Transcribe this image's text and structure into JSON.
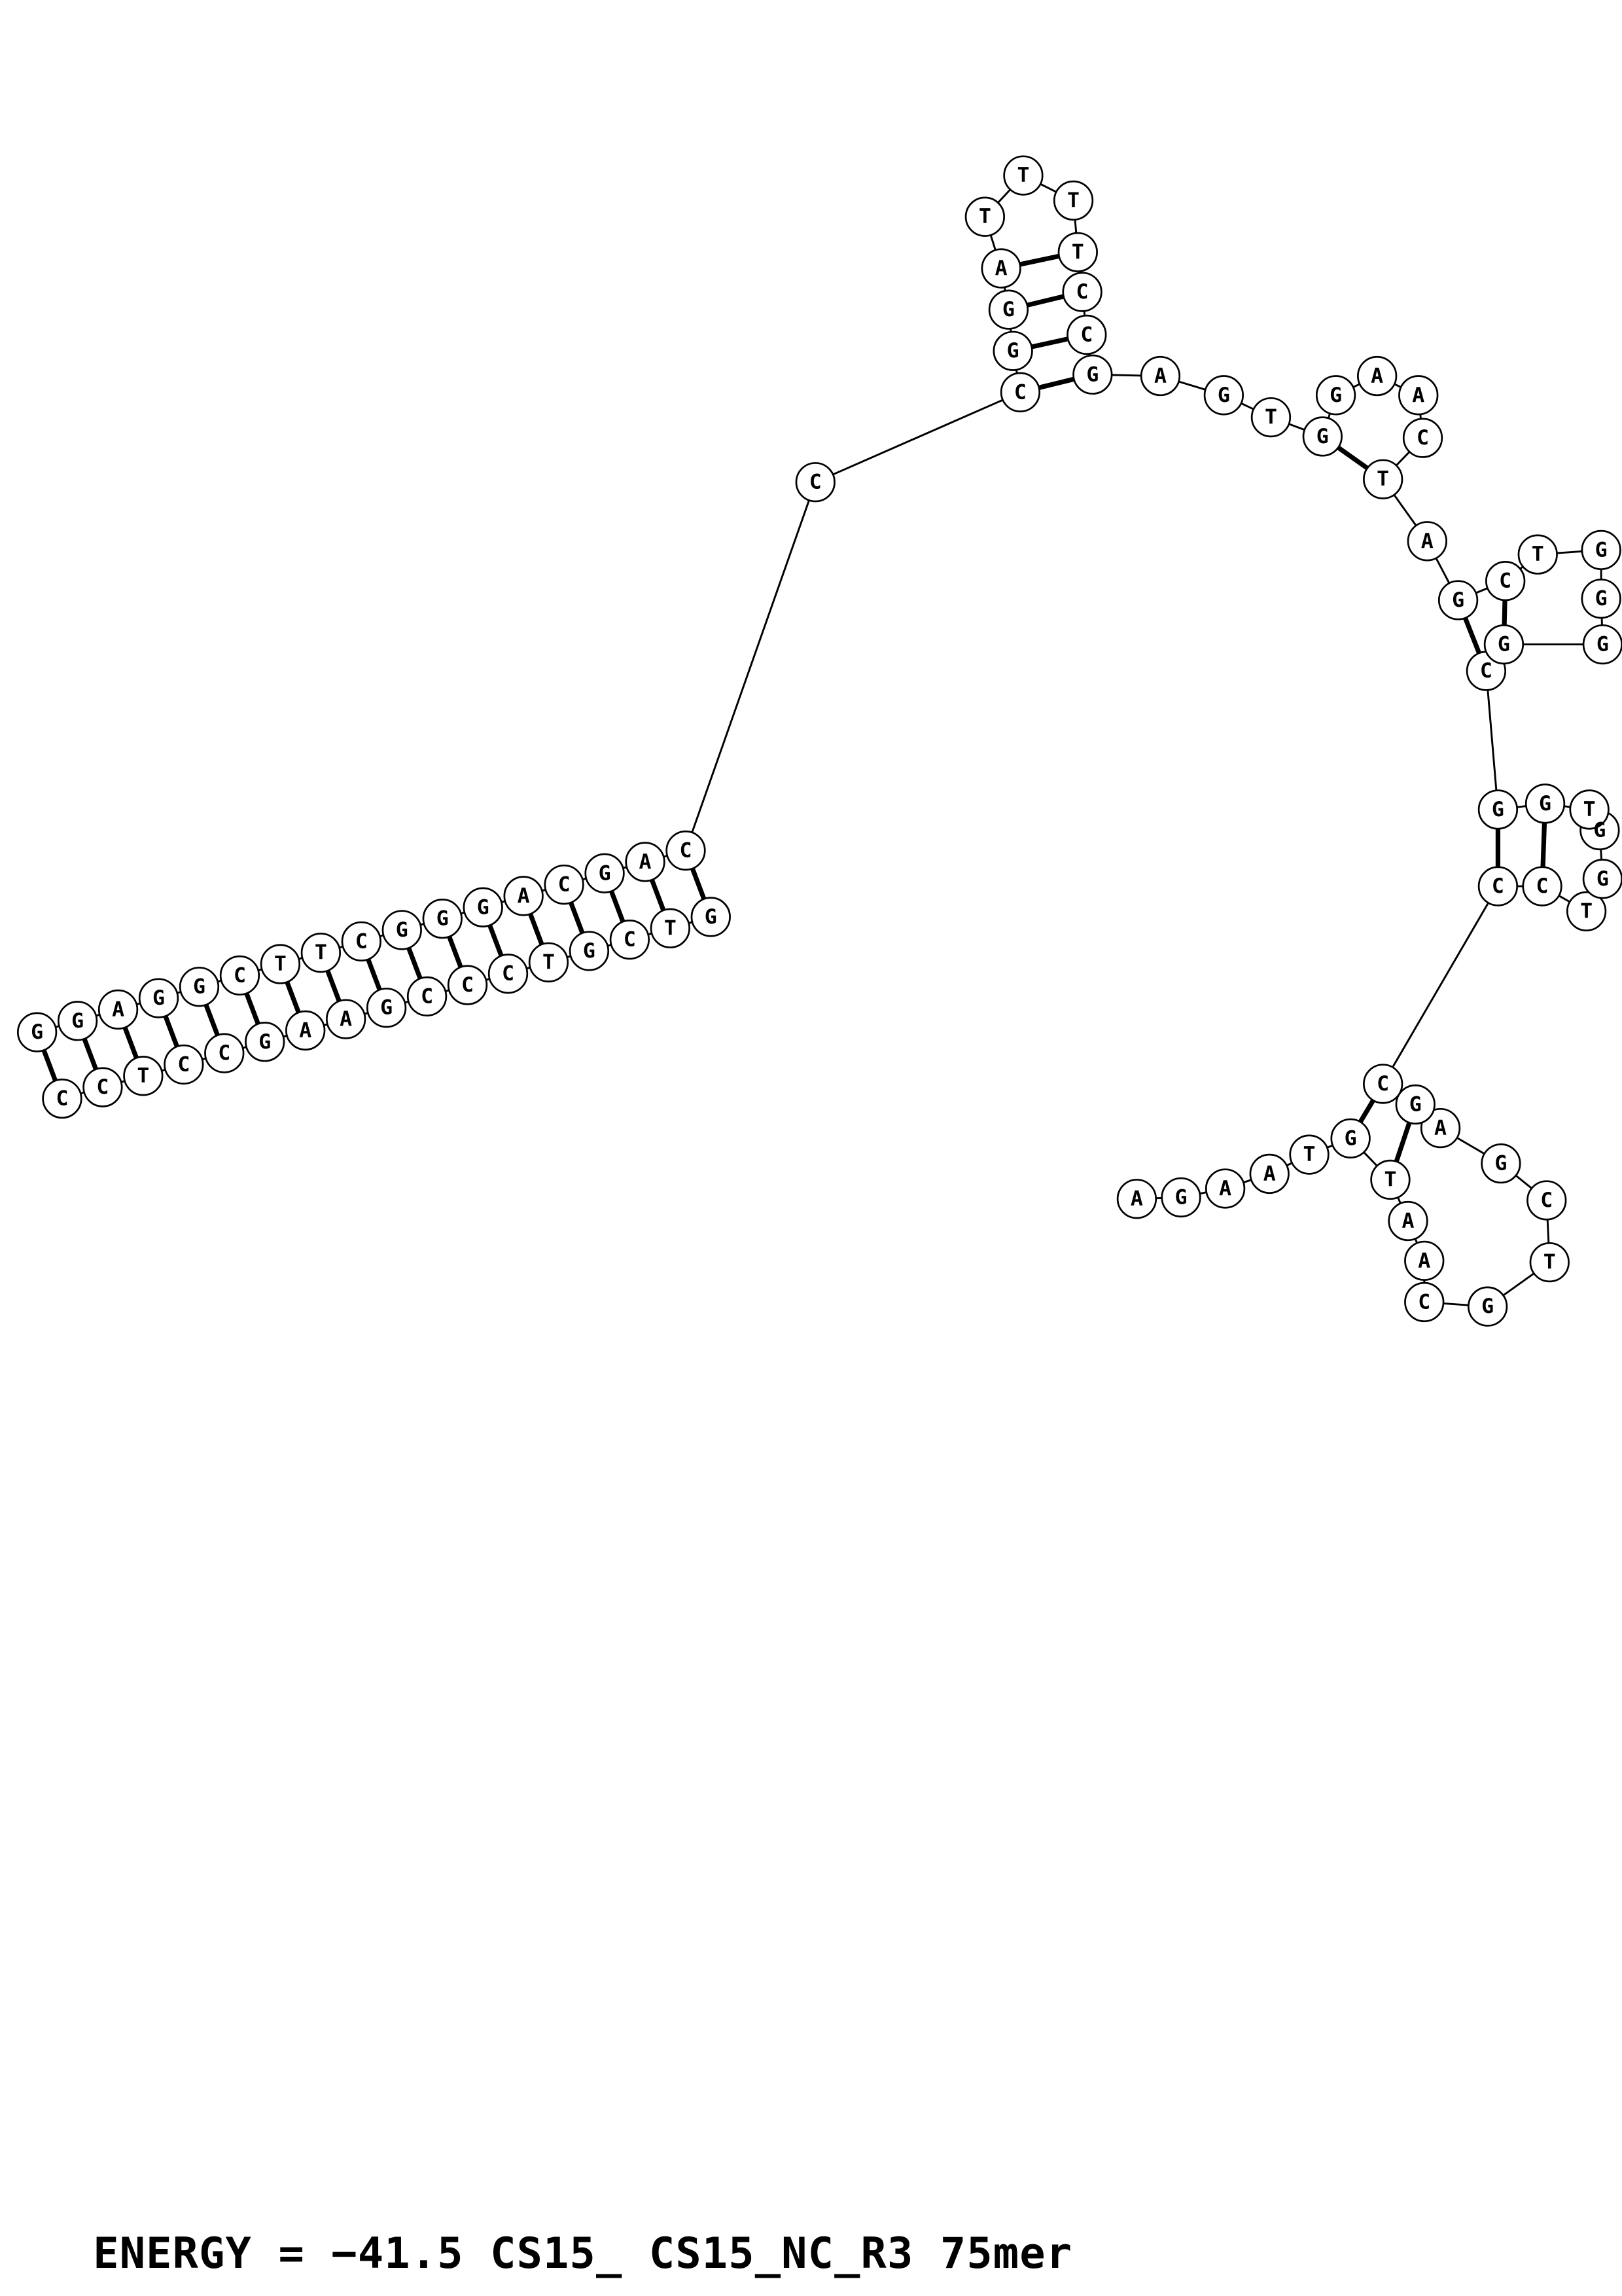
{
  "caption": {
    "text": "ENERGY = −41.5  CS15_ CS15_NC_R3 75mer"
  },
  "diagram": {
    "type": "nucleic-acid-secondary-structure-plot",
    "molecule_name": "CS15_ CS15_NC_R3",
    "length_label": "75mer",
    "energy_value": "−41.5",
    "colors": {
      "stroke": "#000000",
      "circle_fill": "#ffffff",
      "text": "#000000"
    },
    "style": {
      "circle_radius": 13,
      "backbone_width": 1.3,
      "pair_width": 3.2,
      "circle_stroke_width": 1.2
    },
    "nucleotides": [
      [
        "A",
        771,
        813
      ],
      [
        "G",
        801,
        812
      ],
      [
        "A",
        831,
        806
      ],
      [
        "A",
        861,
        796
      ],
      [
        "T",
        888,
        783
      ],
      [
        "G",
        916,
        772
      ],
      [
        "T",
        943,
        800
      ],
      [
        "A",
        955,
        828
      ],
      [
        "A",
        966,
        855
      ],
      [
        "C",
        966,
        883
      ],
      [
        "G",
        1009,
        886
      ],
      [
        "T",
        1051,
        856
      ],
      [
        "C",
        1049,
        814
      ],
      [
        "G",
        1018,
        789
      ],
      [
        "A",
        977,
        765
      ],
      [
        "G",
        960,
        749
      ],
      [
        "C",
        938,
        735
      ],
      [
        "C",
        1016,
        601
      ],
      [
        "C",
        1046,
        601
      ],
      [
        "T",
        1076,
        618
      ],
      [
        "G",
        1087,
        596
      ],
      [
        "G",
        1085,
        563
      ],
      [
        "T",
        1078,
        549
      ],
      [
        "G",
        1048,
        545
      ],
      [
        "G",
        1016,
        549
      ],
      [
        "C",
        1008,
        455
      ],
      [
        "G",
        1020,
        437
      ],
      [
        "G",
        1087,
        437
      ],
      [
        "G",
        1086,
        406
      ],
      [
        "G",
        1086,
        373
      ],
      [
        "T",
        1043,
        376
      ],
      [
        "C",
        1021,
        394
      ],
      [
        "G",
        989,
        407
      ],
      [
        "A",
        968,
        367
      ],
      [
        "T",
        938,
        325
      ],
      [
        "C",
        965,
        297
      ],
      [
        "A",
        962,
        268
      ],
      [
        "A",
        934,
        255
      ],
      [
        "G",
        906,
        268
      ],
      [
        "G",
        897,
        296
      ],
      [
        "T",
        862,
        283
      ],
      [
        "G",
        830,
        268
      ],
      [
        "A",
        787,
        255
      ],
      [
        "G",
        741,
        254
      ],
      [
        "C",
        737,
        227
      ],
      [
        "C",
        734,
        198
      ],
      [
        "T",
        731,
        171
      ],
      [
        "T",
        728,
        136
      ],
      [
        "T",
        694,
        119
      ],
      [
        "T",
        668,
        147
      ],
      [
        "A",
        679,
        182
      ],
      [
        "G",
        684,
        210
      ],
      [
        "G",
        687,
        238
      ],
      [
        "C",
        692,
        266
      ],
      [
        "C",
        553,
        327
      ],
      [
        "C",
        465,
        576.8
      ],
      [
        "A",
        437.5,
        584.5
      ],
      [
        "G",
        410,
        592.2
      ],
      [
        "C",
        382.5,
        599.9
      ],
      [
        "A",
        355,
        607.6
      ],
      [
        "G",
        327.5,
        615.3
      ],
      [
        "G",
        300,
        623
      ],
      [
        "G",
        272.5,
        630.7
      ],
      [
        "C",
        245,
        638.4
      ],
      [
        "T",
        217.5,
        646.1
      ],
      [
        "T",
        190,
        653.8
      ],
      [
        "C",
        162.5,
        661.5
      ],
      [
        "G",
        135,
        669.2
      ],
      [
        "G",
        107.5,
        676.9
      ],
      [
        "A",
        80,
        684.6
      ],
      [
        "G",
        52.5,
        692.3
      ],
      [
        "G",
        25,
        700
      ],
      [
        "C",
        42,
        745
      ],
      [
        "C",
        69.5,
        737.3
      ],
      [
        "T",
        97,
        729.6
      ],
      [
        "C",
        124.5,
        721.9
      ],
      [
        "C",
        152,
        714.2
      ],
      [
        "G",
        179.5,
        706.5
      ],
      [
        "A",
        207,
        698.8
      ],
      [
        "A",
        234.5,
        691.1
      ],
      [
        "G",
        262,
        683.4
      ],
      [
        "C",
        289.5,
        675.7
      ],
      [
        "C",
        317,
        668
      ],
      [
        "C",
        344.5,
        660.3
      ],
      [
        "T",
        372,
        652.6
      ],
      [
        "G",
        399.5,
        644.9
      ],
      [
        "C",
        427,
        637.2
      ],
      [
        "T",
        454.5,
        629.5
      ],
      [
        "G",
        482,
        621.8
      ]
    ],
    "pairs": [
      [
        5,
        16
      ],
      [
        6,
        15
      ],
      [
        17,
        24
      ],
      [
        18,
        23
      ],
      [
        25,
        32
      ],
      [
        26,
        31
      ],
      [
        34,
        39
      ],
      [
        43,
        53
      ],
      [
        44,
        52
      ],
      [
        45,
        51
      ],
      [
        46,
        50
      ],
      [
        55,
        88
      ],
      [
        56,
        87
      ],
      [
        57,
        86
      ],
      [
        58,
        85
      ],
      [
        59,
        84
      ],
      [
        60,
        83
      ],
      [
        61,
        82
      ],
      [
        62,
        81
      ],
      [
        63,
        80
      ],
      [
        64,
        79
      ],
      [
        65,
        78
      ],
      [
        66,
        77
      ],
      [
        67,
        76
      ],
      [
        68,
        75
      ],
      [
        69,
        74
      ],
      [
        70,
        73
      ],
      [
        71,
        72
      ]
    ]
  }
}
